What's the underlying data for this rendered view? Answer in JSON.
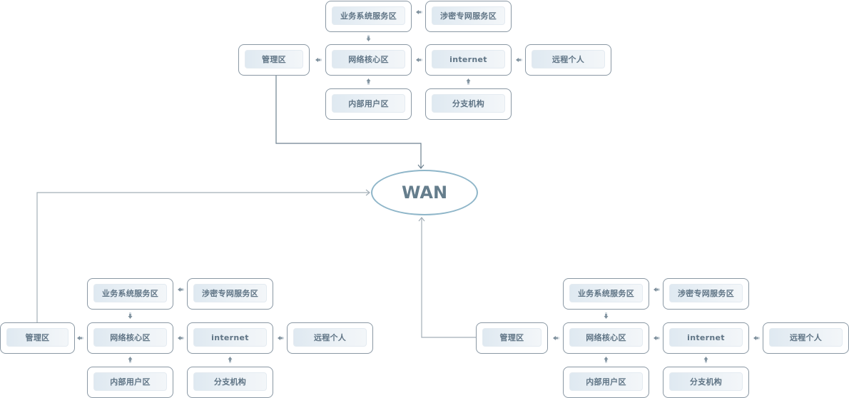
{
  "center": {
    "label": "WAN"
  },
  "clusters": [
    {
      "id": "top",
      "nodes": {
        "mgmt": "管理区",
        "core": "网络核心区",
        "business": "业务系统服务区",
        "classified": "涉密专网服务区",
        "internet": "internet",
        "remote": "远程个人",
        "internal": "内部用户区",
        "branch": "分支机构"
      }
    },
    {
      "id": "bottom-left",
      "nodes": {
        "mgmt": "管理区",
        "core": "网络核心区",
        "business": "业务系统服务区",
        "classified": "涉密专网服务区",
        "internet": "internet",
        "remote": "远程个人",
        "internal": "内部用户区",
        "branch": "分支机构"
      }
    },
    {
      "id": "bottom-right",
      "nodes": {
        "mgmt": "管理区",
        "core": "网络核心区",
        "business": "业务系统服务区",
        "classified": "涉密专网服务区",
        "internet": "internet",
        "remote": "远程个人",
        "internal": "内部用户区",
        "branch": "分支机构"
      }
    }
  ],
  "colors": {
    "node_border": "#8a98a4",
    "node_fill": "#e6eef4",
    "node_text": "#5f7485",
    "wan_border": "#8fb6c9",
    "wan_text": "#657d8c",
    "connector": "#6d8190"
  }
}
